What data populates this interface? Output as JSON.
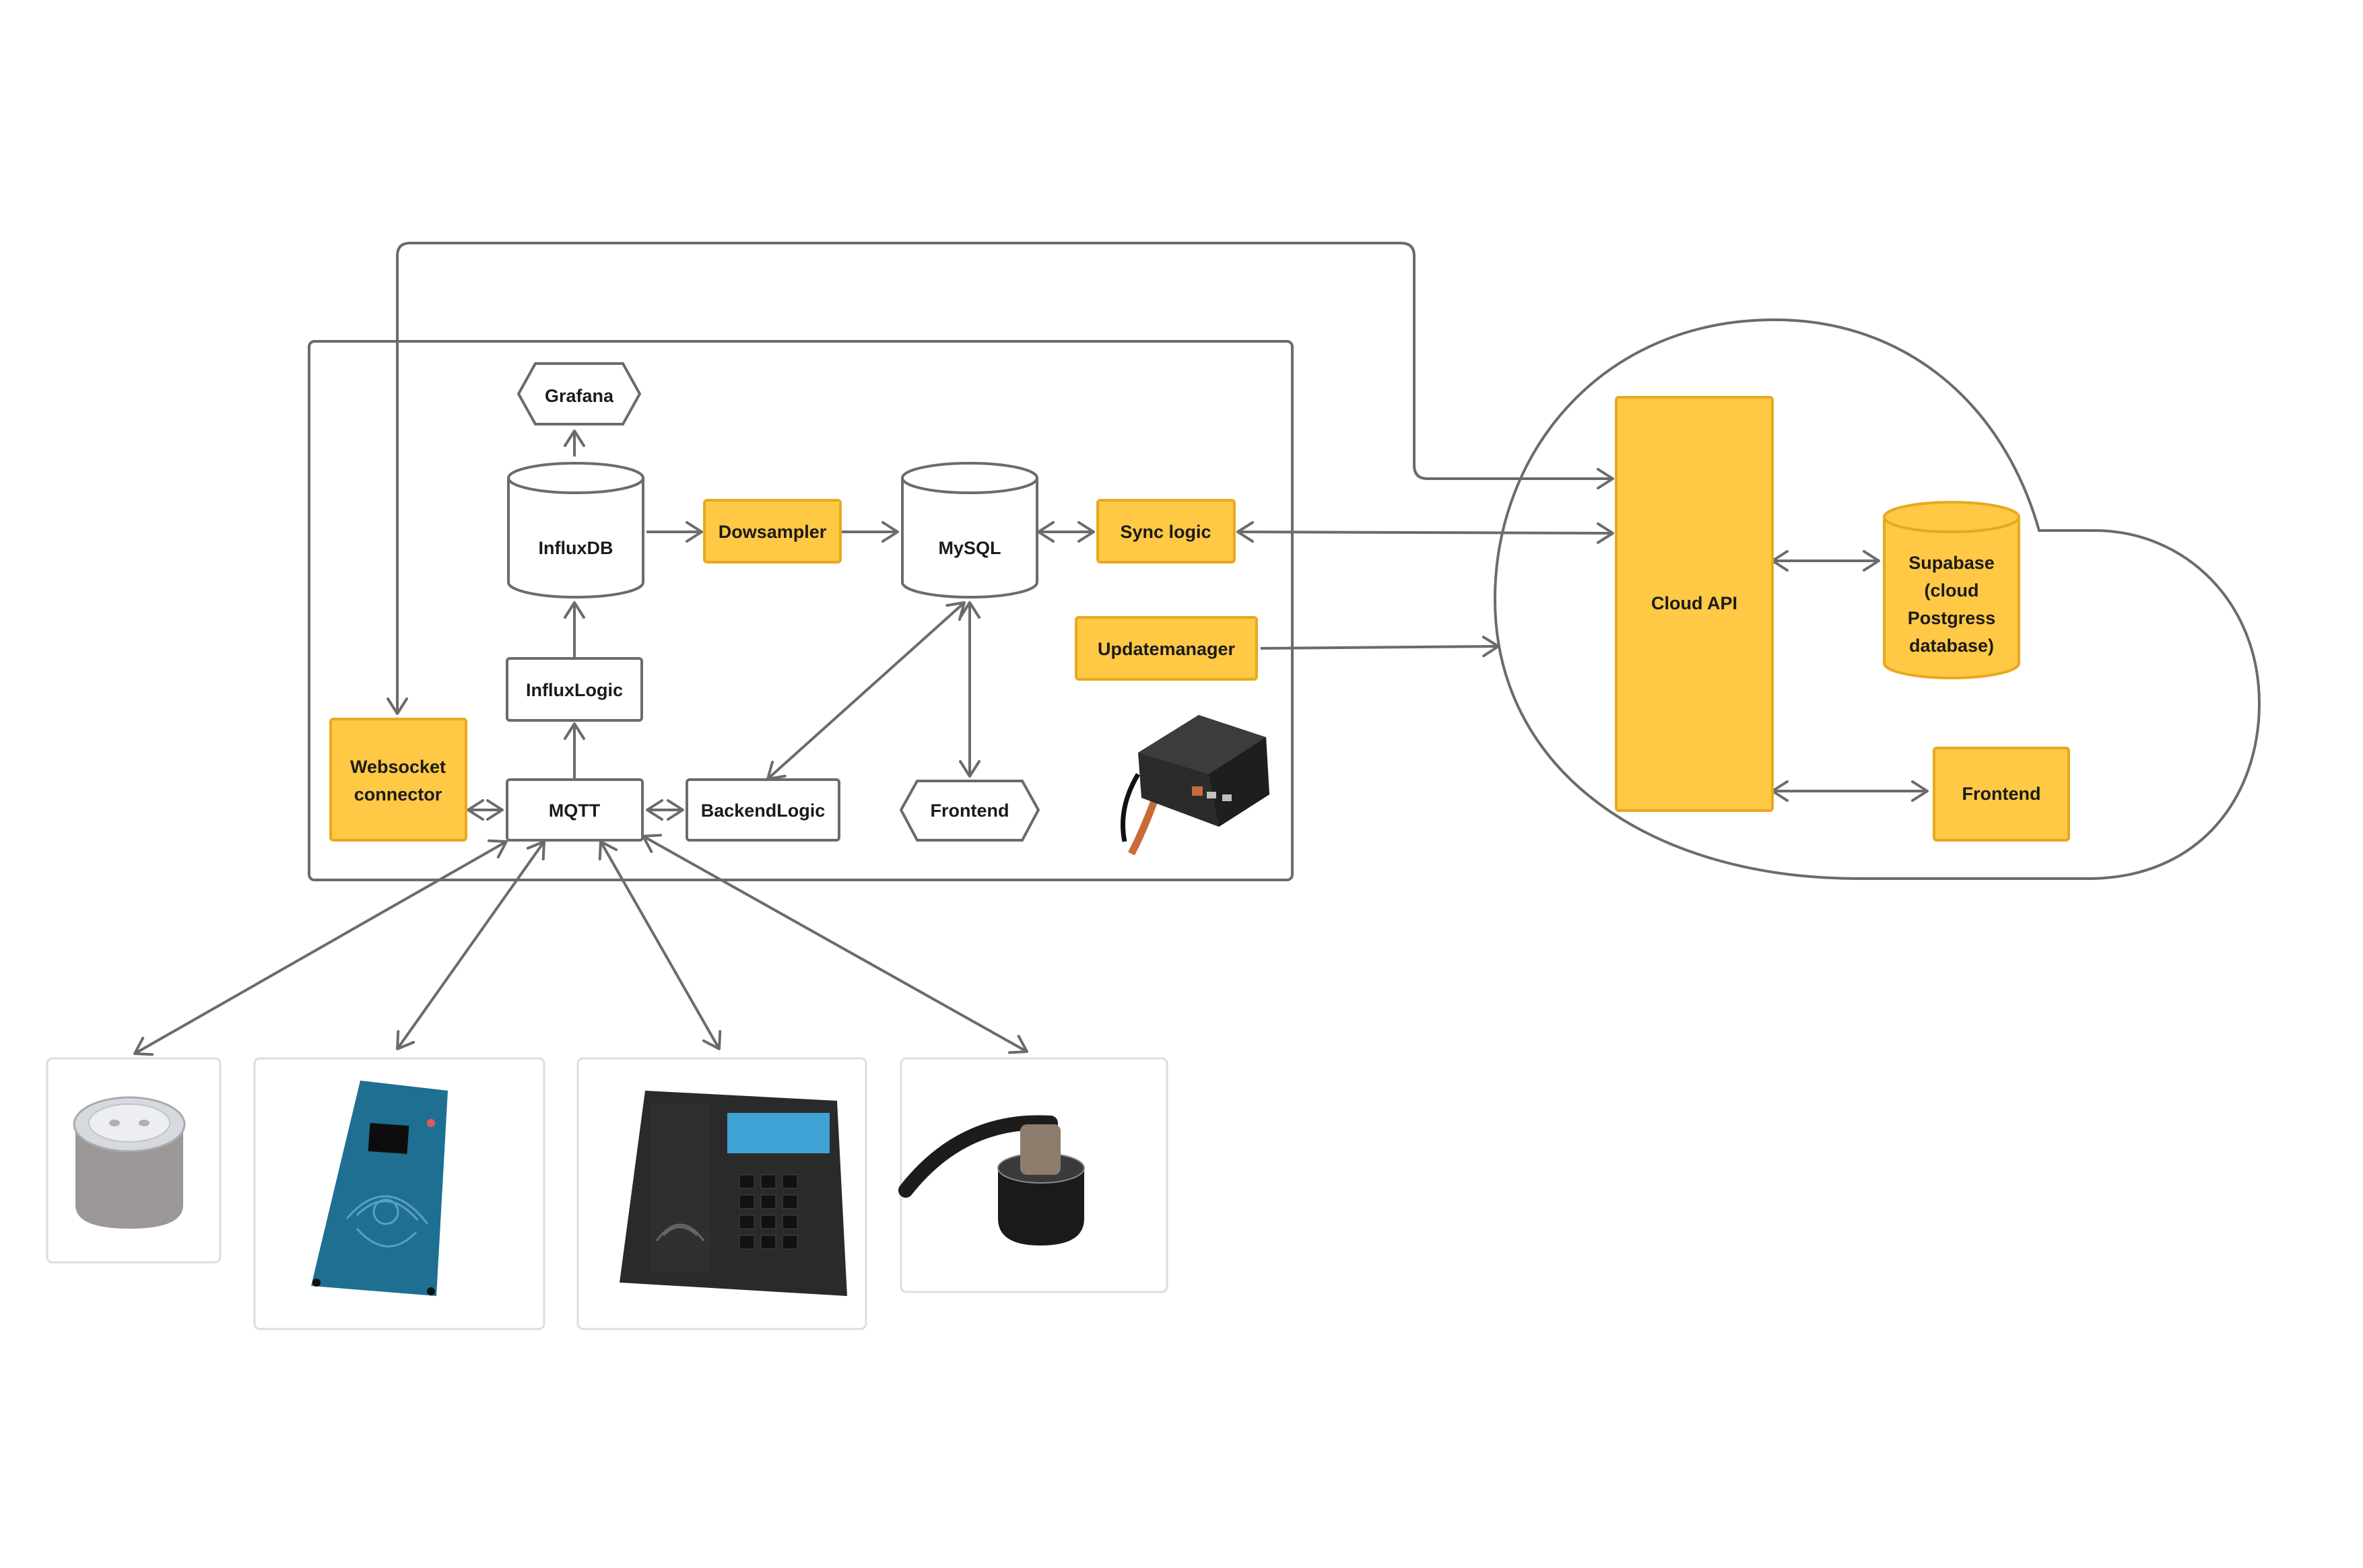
{
  "colors": {
    "accent": "#FFC845",
    "accent_border": "#E7A91F",
    "line": "#6b6b6b",
    "box_border": "#6b6b6b"
  },
  "nodes": {
    "grafana": "Grafana",
    "influxdb": "InfluxDB",
    "dowsampler": "Dowsampler",
    "mysql": "MySQL",
    "sync_logic": "Sync logic",
    "updatemanager": "Updatemanager",
    "influxlogic": "InfluxLogic",
    "websocket_connector": [
      "Websocket",
      "connector"
    ],
    "mqtt": "MQTT",
    "backendlogic": "BackendLogic",
    "frontend_local": "Frontend",
    "cloud_api": "Cloud API",
    "supabase": [
      "Supabase",
      "(cloud",
      "Postgress",
      "database)"
    ],
    "frontend_cloud": "Frontend"
  },
  "devices": [
    {
      "name": "smart-plug-cap-photo"
    },
    {
      "name": "rfid-display-panel-photo"
    },
    {
      "name": "keypad-rfid-terminal-photo"
    },
    {
      "name": "cable-plug-sensor-photo"
    }
  ],
  "gateway": {
    "name": "raspberry-pi-gateway-photo"
  }
}
